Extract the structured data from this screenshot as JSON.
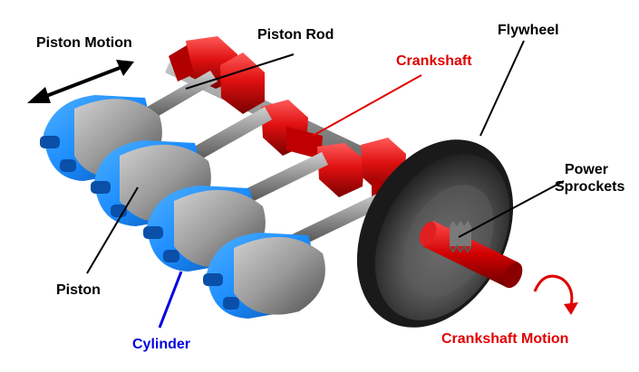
{
  "labels": {
    "piston_motion": "Piston Motion",
    "piston_rod": "Piston  Rod",
    "crankshaft": "Crankshaft",
    "flywheel": "Flywheel",
    "power_sprockets_line1": "Power",
    "power_sprockets_line2": "Sprockets",
    "piston": "Piston",
    "cylinder": "Cylinder",
    "crankshaft_motion": "Crankshaft  Motion"
  },
  "colors": {
    "label_default": "#000000",
    "label_crankshaft": "#e00000",
    "label_cylinder": "#0000e0",
    "crank_red": "#e01010",
    "crank_dark_red": "#8a0000",
    "cylinder_blue": "#1a8cff",
    "cylinder_dark_blue": "#0a4fa8",
    "piston_gray": "#9a9a9a",
    "flywheel_dark": "#1a1a1a",
    "leader_line_black": "#000000",
    "leader_line_red": "#e00000",
    "leader_line_blue": "#0000e0"
  },
  "icons": {
    "piston_motion_arrow": "double-headed-arrow",
    "crankshaft_rotation_arrow": "curved-clockwise-arrow"
  }
}
